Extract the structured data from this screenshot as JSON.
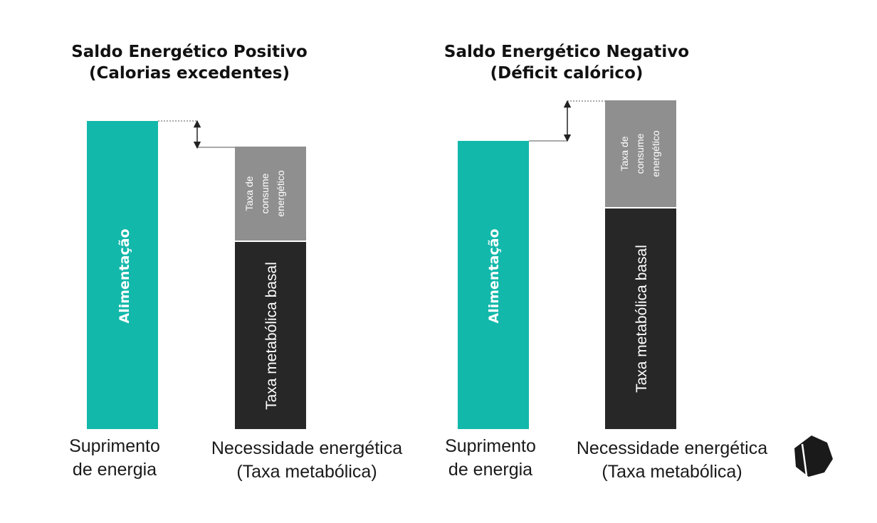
{
  "colors": {
    "food": "#12b8aa",
    "consumption": "#8f8f8f",
    "basal": "#272727",
    "connector": "#555555",
    "logo": "#1a1a1a"
  },
  "positive_panel": {
    "title_line1": "Saldo Energético Positivo",
    "title_line2": "(Calorias excedentes)",
    "food_bar_label": "Alimentação",
    "consumption_line1": "Taxa de",
    "consumption_line2": "consume",
    "consumption_line3": "energético",
    "basal_label": "Taxa metabólica basal",
    "supply_caption_line1": "Suprimento",
    "supply_caption_line2": "de energia",
    "need_caption_line1": "Necessidade energética",
    "need_caption_line2": "(Taxa metabólica)"
  },
  "negative_panel": {
    "title_line1": "Saldo Energético Negativo",
    "title_line2": "(Déficit calórico)",
    "food_bar_label": "Alimentação",
    "consumption_line1": "Taxa de",
    "consumption_line2": "consume",
    "consumption_line3": "energético",
    "basal_label": "Taxa metabólica basal",
    "supply_caption_line1": "Suprimento",
    "supply_caption_line2": "de energia",
    "need_caption_line1": "Necessidade energética",
    "need_caption_line2": "(Taxa metabólica)"
  },
  "logo": {
    "icon": "heptagon-logo-icon"
  }
}
